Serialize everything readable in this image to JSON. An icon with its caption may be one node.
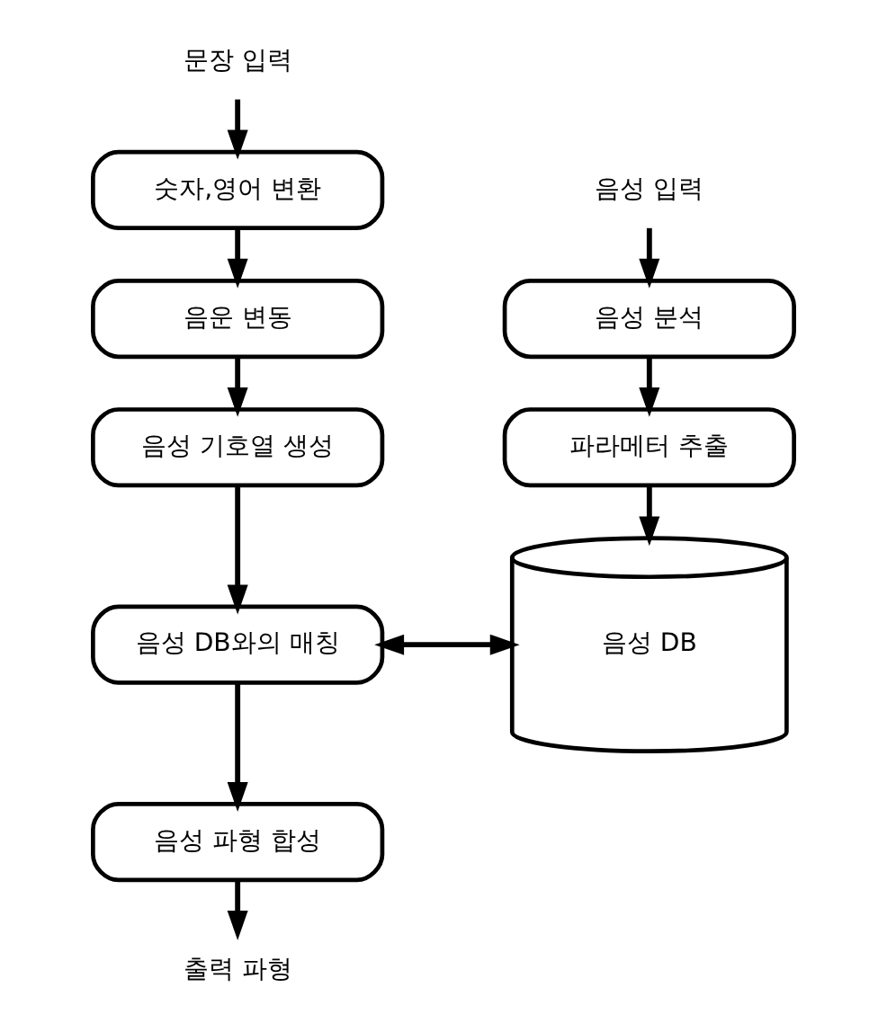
{
  "diagram": {
    "nodes": [
      {
        "text": [
          "문장 입력"
        ]
      },
      {
        "text": [
          "숫자,영어 변환"
        ]
      },
      {
        "text": [
          "음운 변동"
        ]
      },
      {
        "text": [
          "음성 기호열 생성"
        ]
      },
      {
        "text": [
          "음성 DB와의 매칭"
        ]
      },
      {
        "text": [
          "음성 파형 합성"
        ]
      },
      {
        "text": [
          "출력 파형"
        ]
      },
      {
        "text": [
          "음성 입력"
        ]
      },
      {
        "text": [
          "음성 분석"
        ]
      },
      {
        "text": [
          "파라메터 추출"
        ]
      },
      {
        "text": [
          "음성 DB"
        ]
      }
    ],
    "edges": [
      {
        "from": 0,
        "to": 1,
        "arrow": "to"
      },
      {
        "from": 1,
        "to": 2,
        "arrow": "to"
      },
      {
        "from": 2,
        "to": 3,
        "arrow": "to"
      },
      {
        "from": 3,
        "to": 4,
        "arrow": "to"
      },
      {
        "from": 4,
        "to": 5,
        "arrow": "to"
      },
      {
        "from": 5,
        "to": 6,
        "arrow": "to"
      },
      {
        "from": 7,
        "to": 8,
        "arrow": "to"
      },
      {
        "from": 8,
        "to": 9,
        "arrow": "to"
      },
      {
        "from": 9,
        "to": 10,
        "arrow": "to"
      },
      {
        "from": 4,
        "to": 10,
        "arrow": "both"
      }
    ]
  }
}
